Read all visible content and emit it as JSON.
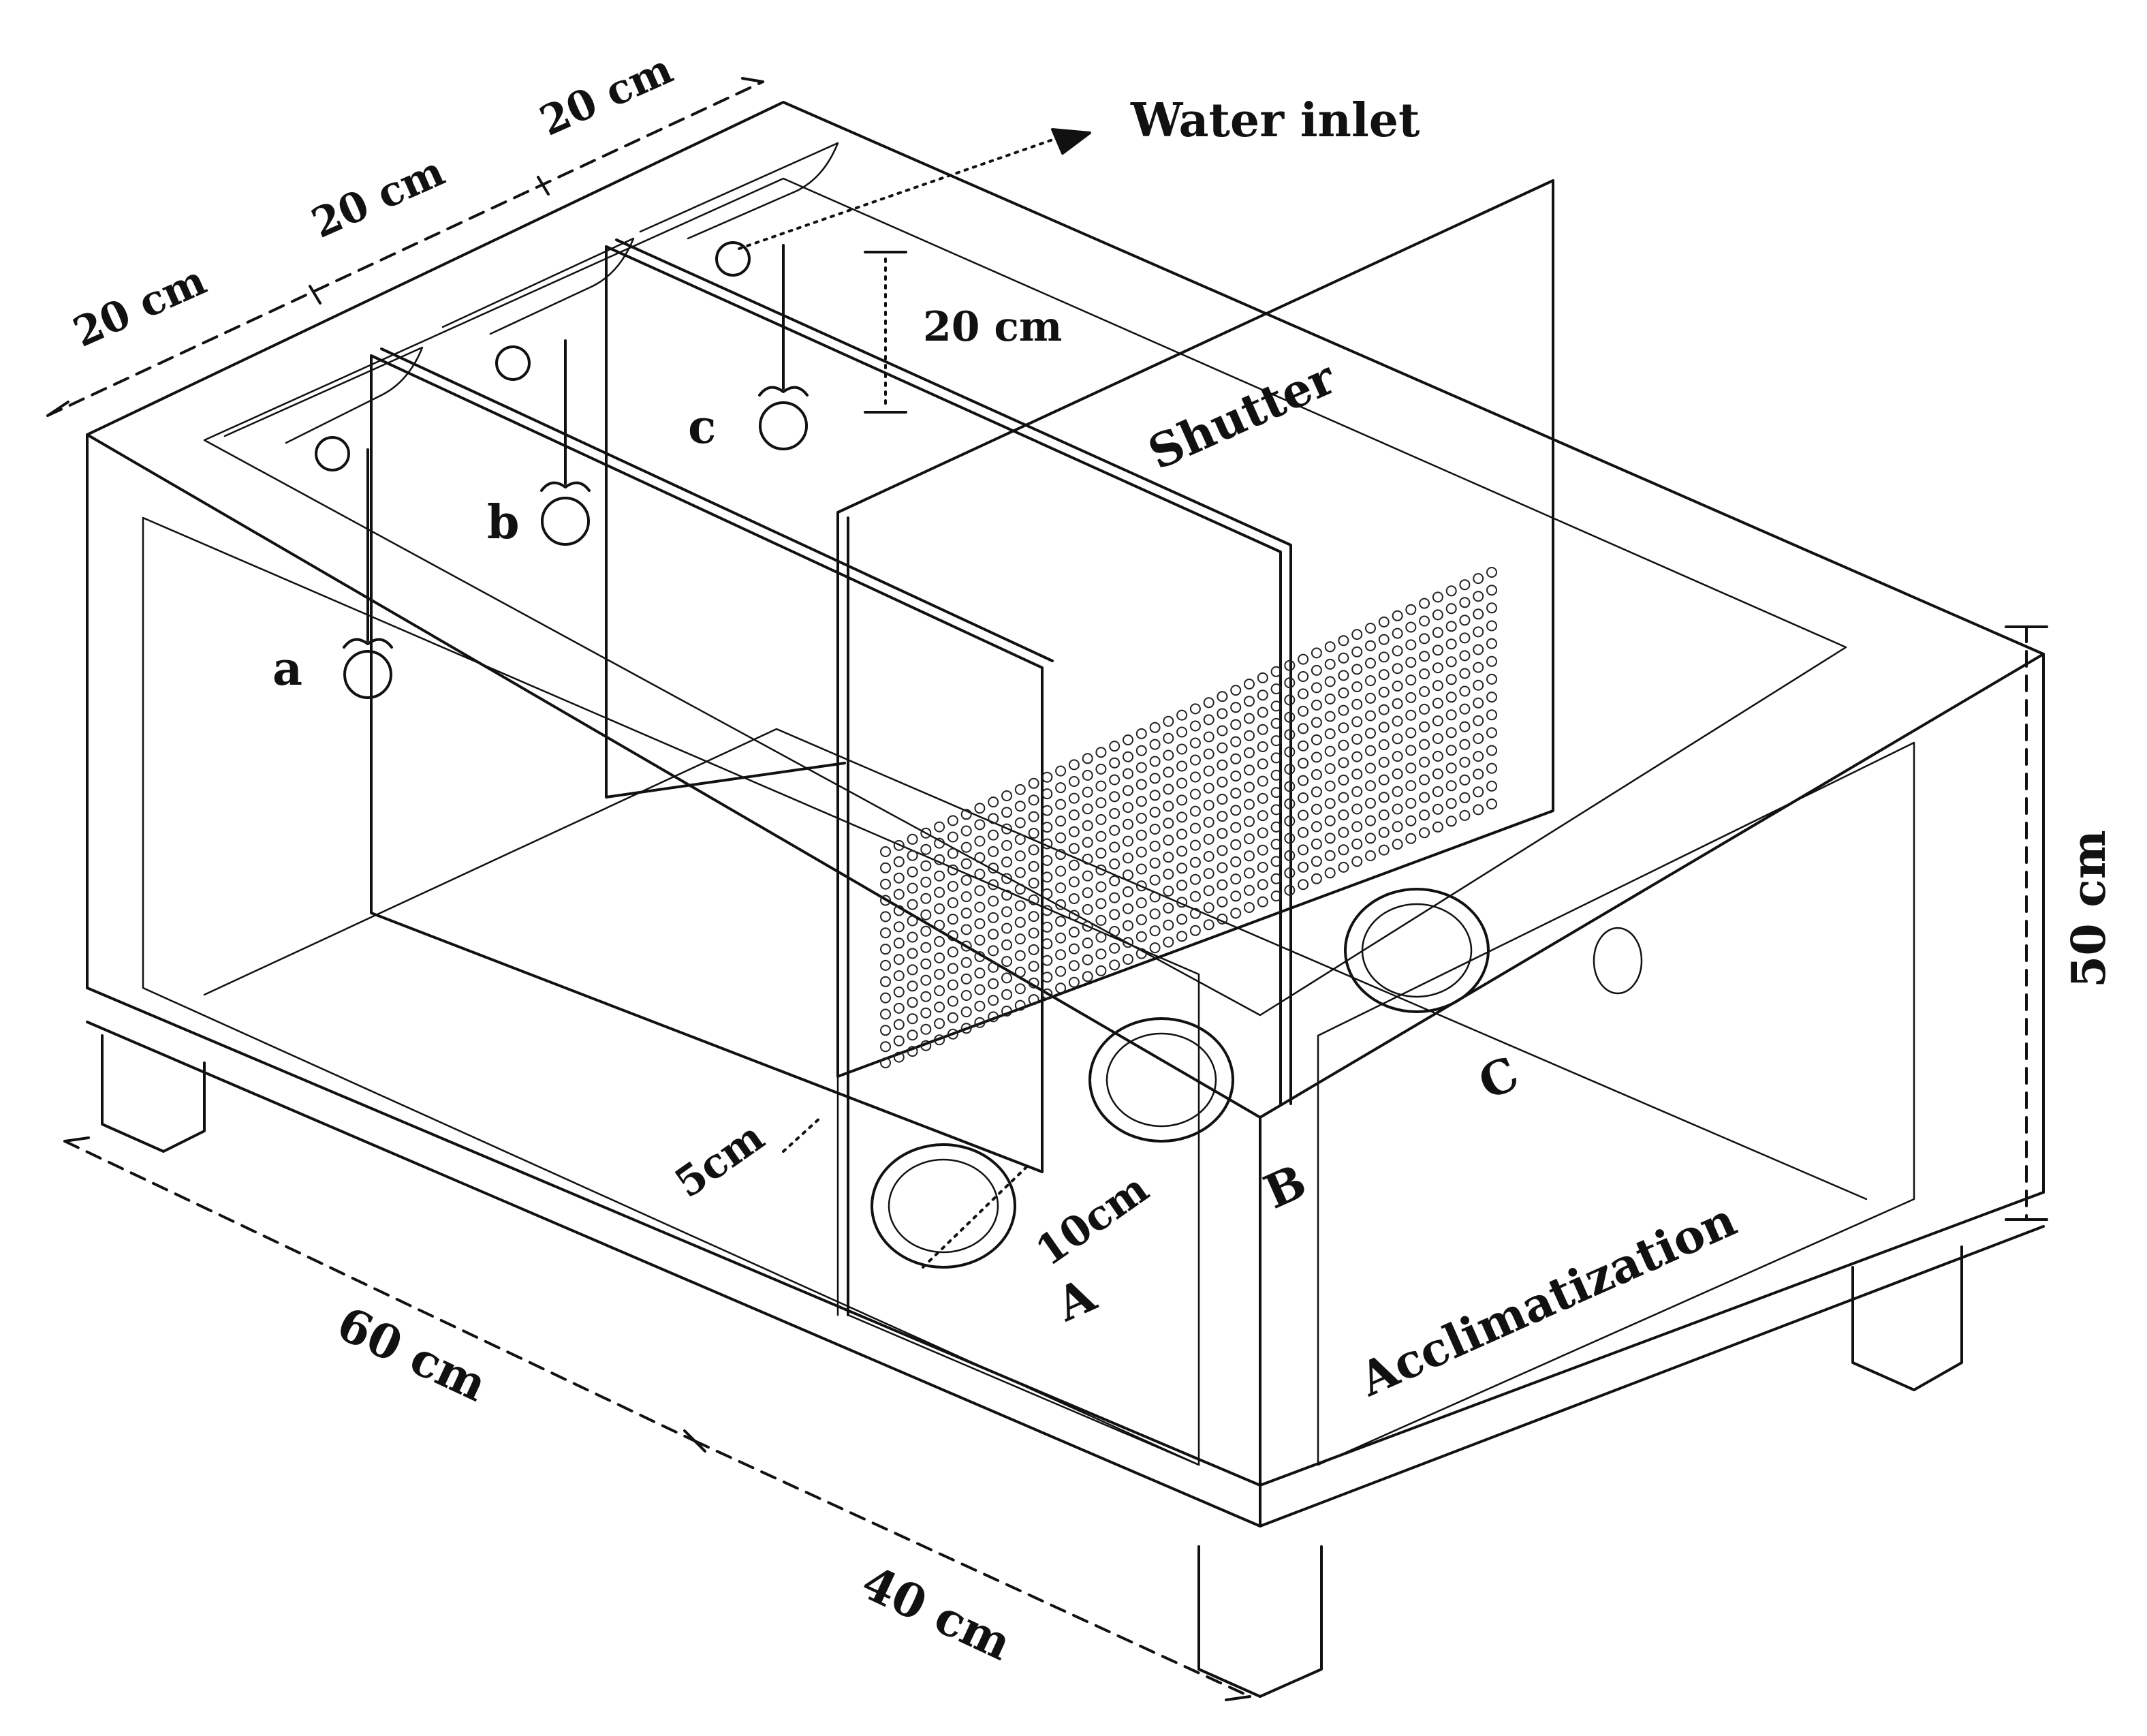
{
  "labels": {
    "water_inlet": "Water inlet",
    "dim_top_1": "20 cm",
    "dim_top_2": "20 cm",
    "dim_top_3": "20 cm",
    "dim_pipe_height": "20 cm",
    "shutter": "Shutter",
    "height": "50 cm",
    "length_60": "60 cm",
    "length_40": "40 cm",
    "gap_5": "5cm",
    "hole_10": "10cm",
    "acclimatization": "Acclimatization",
    "stimulus_a": "a",
    "stimulus_b": "b",
    "stimulus_c": "c",
    "exit_a": "A",
    "exit_b": "B",
    "exit_c": "C"
  },
  "colors": {
    "line": "#111111",
    "background": "#ffffff"
  }
}
